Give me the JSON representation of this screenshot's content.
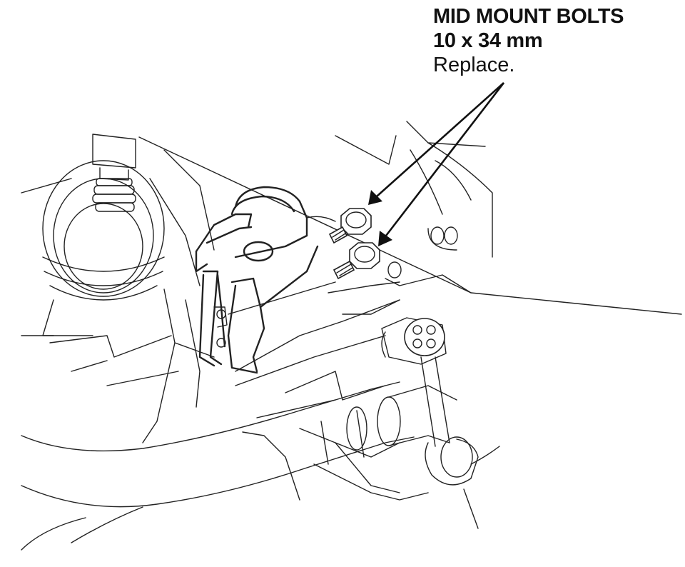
{
  "callout": {
    "title": "MID MOUNT BOLTS",
    "size": "10 x 34 mm",
    "instruction": "Replace."
  }
}
